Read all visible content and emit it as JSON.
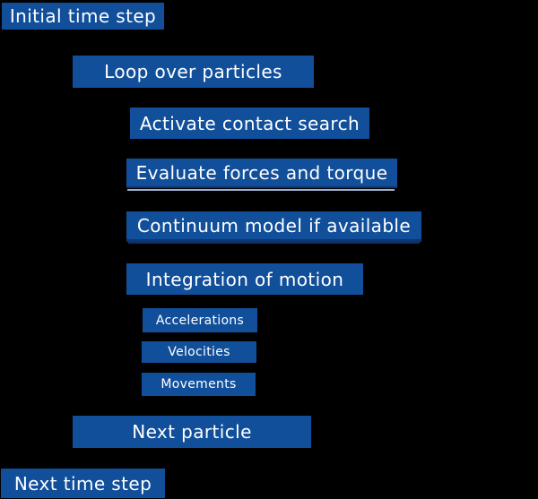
{
  "flow": {
    "boxes": [
      {
        "label": "Initial time step"
      },
      {
        "label": "Loop over particles"
      },
      {
        "label": "Activate contact search"
      },
      {
        "label": "Evaluate forces and torque"
      },
      {
        "label": "Continuum model if available"
      },
      {
        "label": "Integration of motion"
      },
      {
        "label": "Accelerations"
      },
      {
        "label": "Velocities"
      },
      {
        "label": "Movements"
      },
      {
        "label": "Next particle"
      },
      {
        "label": "Next time step"
      }
    ],
    "colors": {
      "background": "#000000",
      "box_fill": "#114F9B",
      "box_text": "#FFFFFF",
      "dark_edge": "#0C3572",
      "light_edge": "#9DB1D3"
    }
  }
}
